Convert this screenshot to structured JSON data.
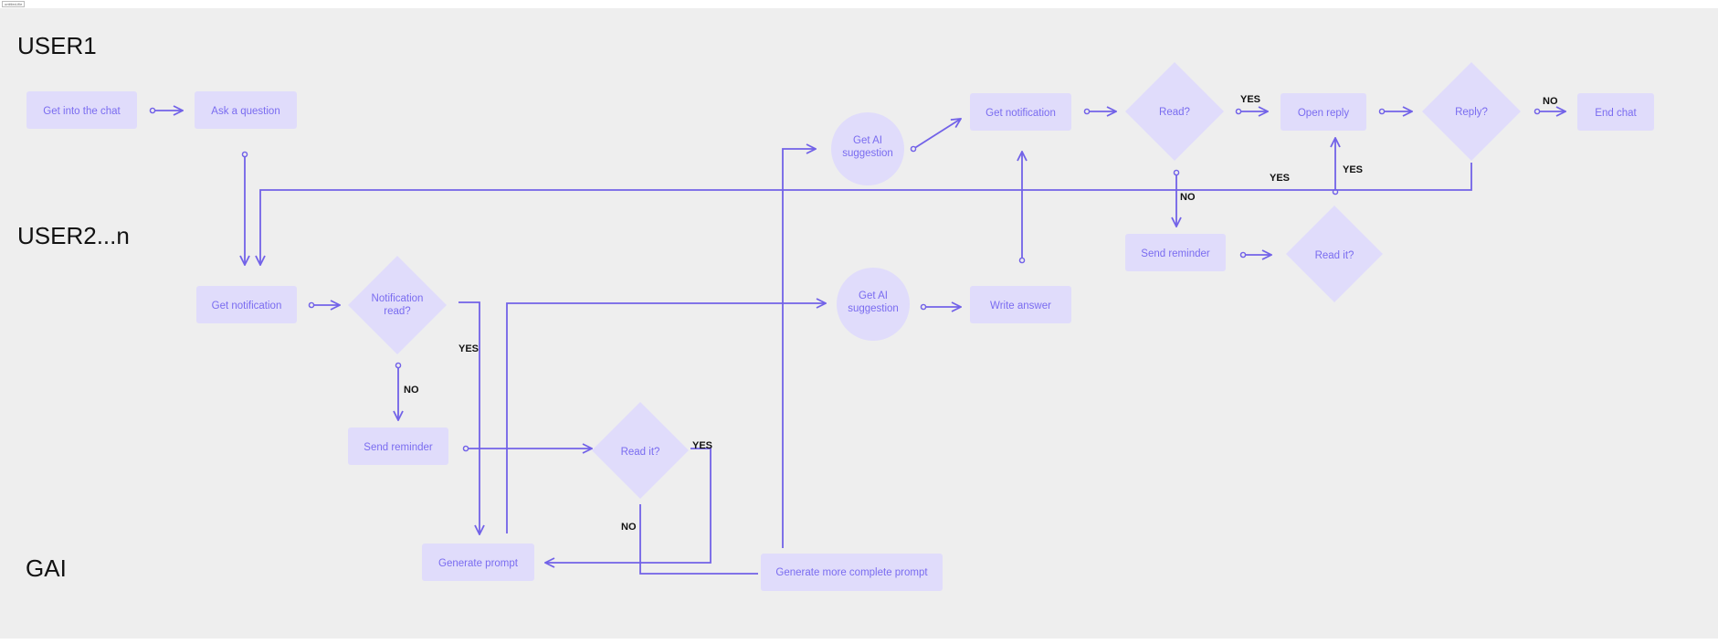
{
  "canvas_tag": "untitled-file",
  "colors": {
    "node_fill": "#e0dcfb",
    "node_text": "#7a6cf0",
    "line": "#7262e8",
    "board": "#eeeeee"
  },
  "lanes": {
    "user1": "USER1",
    "user2": "USER2...n",
    "gai": "GAI"
  },
  "nodes": {
    "get_into_chat": "Get into the chat",
    "ask_question": "Ask a question",
    "ai_suggestion_top": [
      "Get AI",
      "suggestion"
    ],
    "get_notification_top": "Get notification",
    "read_q": "Read?",
    "open_reply": "Open reply",
    "reply_q": "Reply?",
    "end_chat": "End chat",
    "send_reminder_top": "Send reminder",
    "read_it_top": "Read it?",
    "get_notification_mid": "Get notification",
    "notification_read_q": [
      "Notification",
      "read?"
    ],
    "ai_suggestion_mid": [
      "Get AI",
      "suggestion"
    ],
    "write_answer": "Write answer",
    "send_reminder_mid": "Send reminder",
    "read_it_mid": "Read it?",
    "generate_prompt": "Generate prompt",
    "generate_more": "Generate more complete prompt"
  },
  "labels": {
    "yes_read": "YES",
    "no_reply": "NO",
    "no_read": "NO",
    "yes_reply": "YES",
    "yes_readit_top": "YES",
    "yes_notif": "YES",
    "no_notif": "NO",
    "yes_readit_mid": "YES",
    "no_readit_mid": "NO"
  }
}
